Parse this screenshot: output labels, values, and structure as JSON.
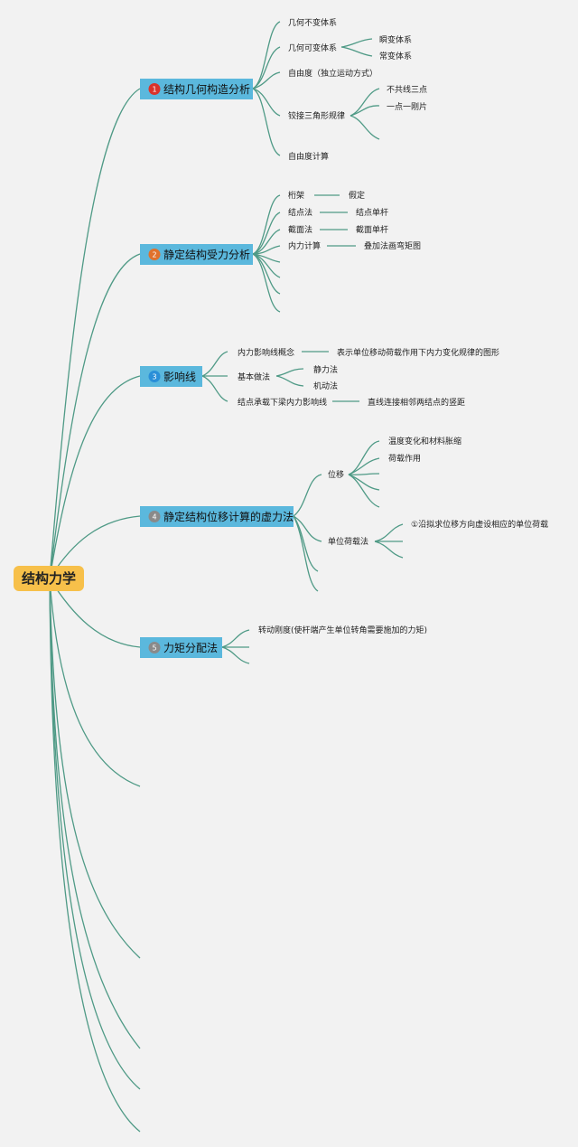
{
  "root": {
    "label": "结构力学"
  },
  "branches": [
    {
      "num": "1",
      "label": "结构几何构造分析",
      "color": "#d9332b",
      "children": [
        {
          "label": "几何不变体系"
        },
        {
          "label": "几何可变体系",
          "children": [
            {
              "label": "瞬变体系"
            },
            {
              "label": "常变体系"
            }
          ]
        },
        {
          "label": "自由度（独立运动方式）"
        },
        {
          "label": "铰接三角形规律",
          "children": [
            {
              "label": "不共线三点"
            },
            {
              "label": "一点一刚片"
            }
          ]
        },
        {
          "label": "自由度计算"
        }
      ]
    },
    {
      "num": "2",
      "label": "静定结构受力分析",
      "color": "#e0712b",
      "children": [
        {
          "label": "桁架",
          "note": "假定"
        },
        {
          "label": "结点法",
          "note": "结点单杆"
        },
        {
          "label": "截面法",
          "note": "截面单杆"
        },
        {
          "label": "内力计算",
          "note": "叠加法画弯矩图"
        }
      ]
    },
    {
      "num": "3",
      "label": "影响线",
      "color": "#2a8fd8",
      "children": [
        {
          "label": "内力影响线概念",
          "note": "表示单位移动荷载作用下内力变化规律的图形"
        },
        {
          "label": "基本做法",
          "children": [
            {
              "label": "静力法"
            },
            {
              "label": "机动法"
            }
          ]
        },
        {
          "label": "结点承载下梁内力影响线",
          "note": "直线连接相邻两结点的竖距"
        }
      ]
    },
    {
      "num": "4",
      "label": "静定结构位移计算的虚力法",
      "color": "#8a8a8a",
      "children": [
        {
          "label": "位移",
          "children": [
            {
              "label": "温度变化和材料胀缩"
            },
            {
              "label": "荷载作用"
            }
          ]
        },
        {
          "label": "单位荷载法",
          "children": [
            {
              "label": "①沿拟求位移方向虚设相应的单位荷载"
            }
          ]
        }
      ]
    },
    {
      "num": "5",
      "label": "力矩分配法",
      "color": "#8a8a8a",
      "children": [
        {
          "label": "转动刚度(使杆端产生单位转角需要施加的力矩)"
        }
      ]
    }
  ]
}
